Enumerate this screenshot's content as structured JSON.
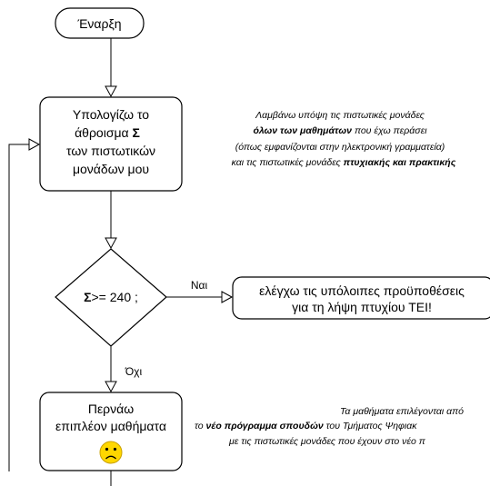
{
  "nodes": {
    "start": {
      "label": "Έναρξη"
    },
    "compute": {
      "lines": [
        "Υπολογίζω το",
        "άθροισμα ",
        "των πιστωτικών",
        "μονάδων μου"
      ],
      "sigma": "Σ"
    },
    "decision": {
      "sigma": "Σ",
      "condition": ">= 240 ;"
    },
    "check": {
      "lines": [
        "ελέγχω τις υπόλοιπες προϋποθέσεις",
        "για τη λήψη πτυχίου ΤΕΙ!"
      ]
    },
    "extra": {
      "lines": [
        "Περνάω",
        "επιπλέον μαθήματα"
      ],
      "emoji": "☹"
    }
  },
  "edges": {
    "yes_label": "Ναι",
    "no_label": "Όχι"
  },
  "notes": {
    "note1": {
      "line1": "Λαμβάνω υπόψη τις πιστωτικές μονάδες",
      "line2_bold": "όλων των μαθημάτων",
      "line2_rest": " που έχω περάσει",
      "line3": "(όπως εμφανίζονται στην ηλεκτρονική γραμματεία)",
      "line4_pre": "και τις πιστωτικές μονάδες ",
      "line4_bold": "πτυχιακής και πρακτικής"
    },
    "note2": {
      "line1": "Τα μαθήματα επιλέγονται από",
      "line2_pre": "το ",
      "line2_bold": "νέο πρόγραμμα σπουδών",
      "line2_rest": " του Τμήματος Ψηφιακ",
      "line3": "με τις πιστωτικές μονάδες που έχουν στο νέο π"
    }
  }
}
